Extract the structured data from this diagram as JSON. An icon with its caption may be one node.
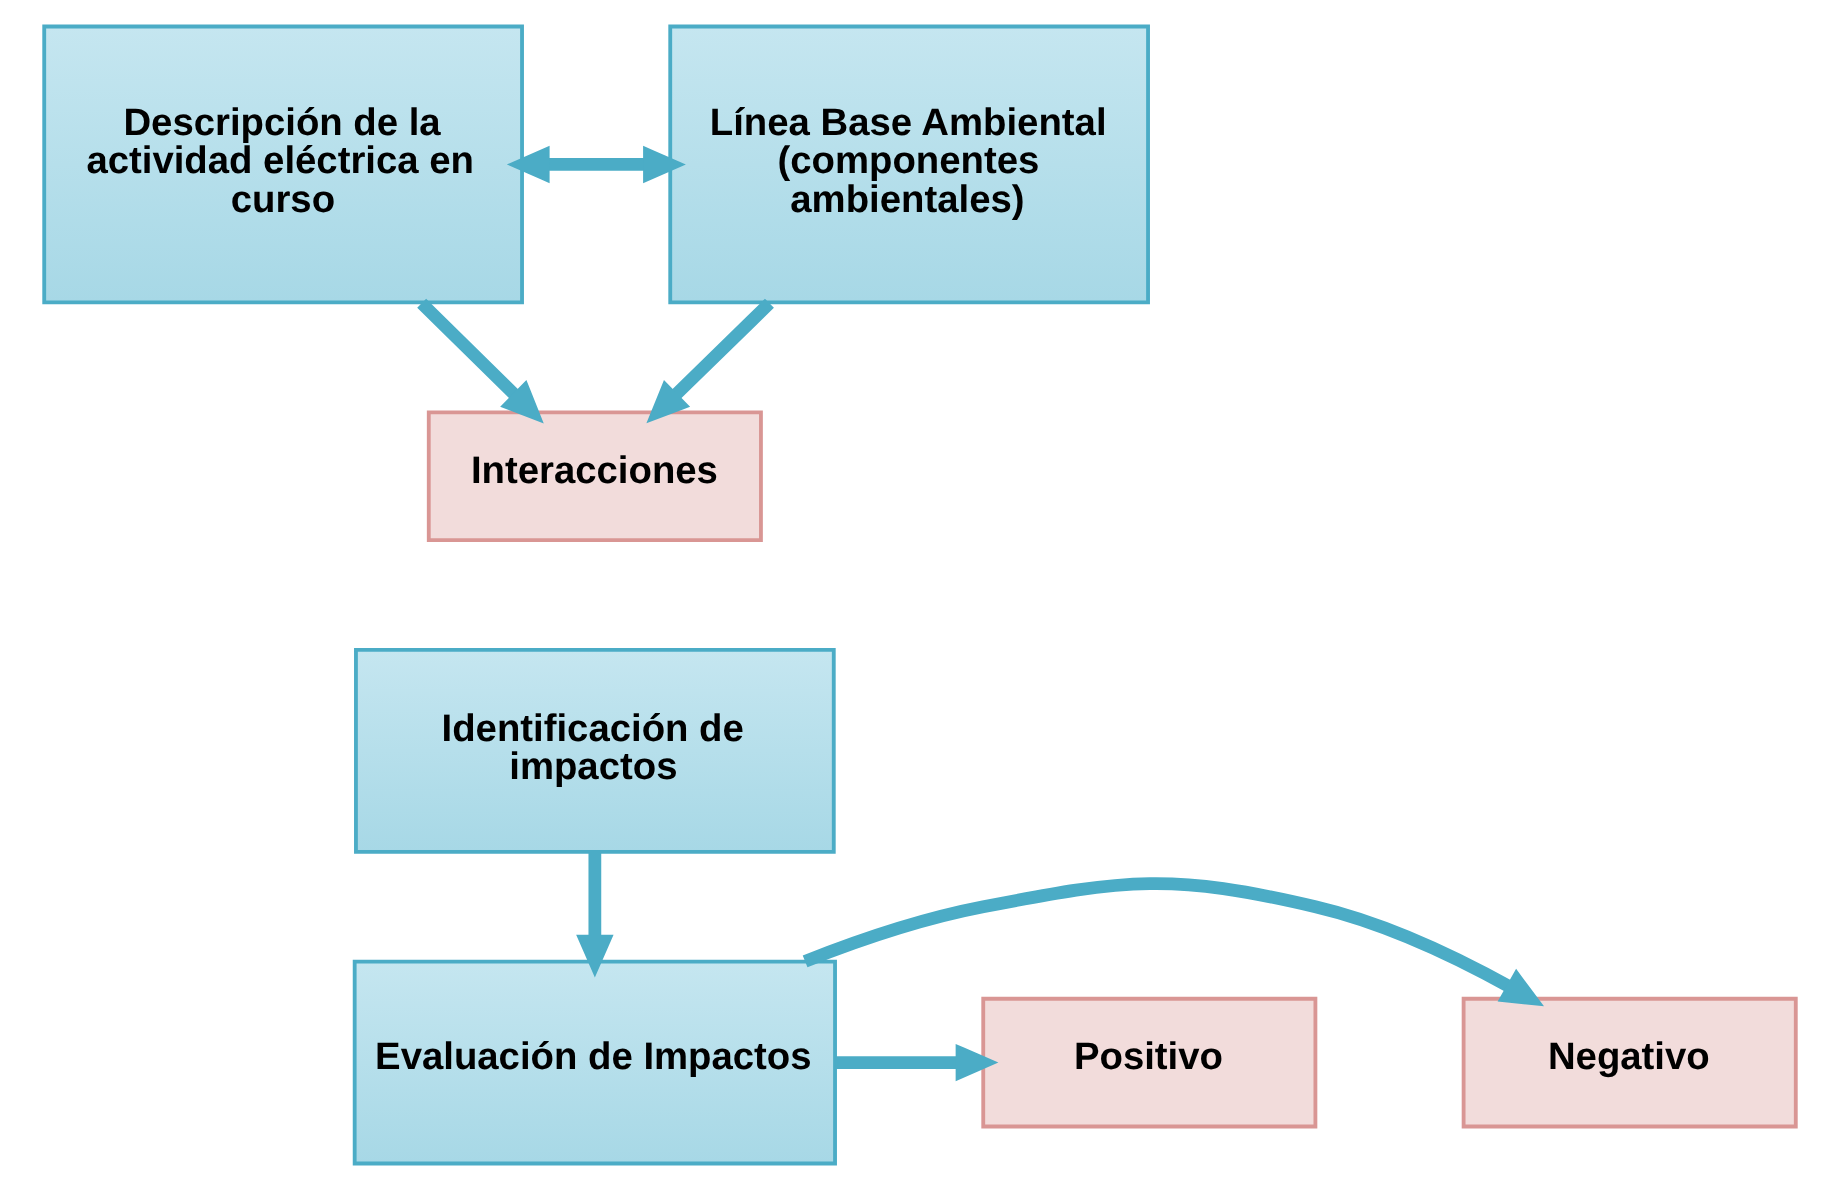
{
  "diagram": {
    "nodes": [
      {
        "text": [
          "Descripción de la actividad eléctrica en curso"
        ]
      },
      {
        "text": [
          "Línea Base Ambiental (componentes ambientales)"
        ]
      },
      {
        "text": [
          "Interacciones"
        ]
      },
      {
        "text": [
          "Identificación de impactos"
        ]
      },
      {
        "text": [
          "Evaluación de Impactos"
        ]
      },
      {
        "text": [
          "Positivo"
        ]
      },
      {
        "text": [
          "Negativo"
        ]
      }
    ],
    "edges": [
      {
        "from": 0,
        "to": 1,
        "arrow": "both"
      },
      {
        "from": 0,
        "to": 2,
        "arrow": "to"
      },
      {
        "from": 1,
        "to": 2,
        "arrow": "to"
      },
      {
        "from": 3,
        "to": 4,
        "arrow": "to"
      },
      {
        "from": 4,
        "to": 5,
        "arrow": "to"
      },
      {
        "from": 4,
        "to": 6,
        "arrow": "to"
      }
    ]
  }
}
